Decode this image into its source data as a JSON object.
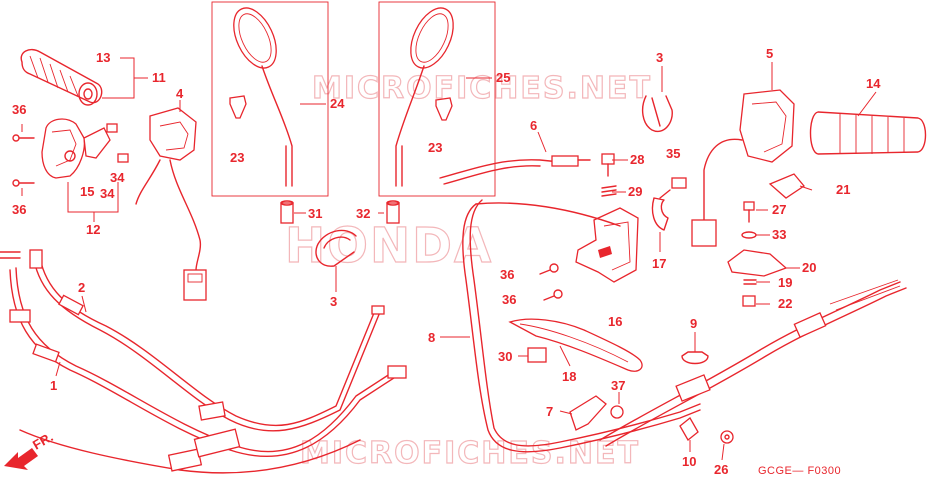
{
  "watermarks": {
    "top": "MICROFICHES.NET",
    "middle": "HONDA",
    "bottom": "MICROFICHES.NET"
  },
  "drawing_code": "GCGE— F0300",
  "front_label": "FR.",
  "callouts": [
    {
      "id": "c13",
      "text": "13"
    },
    {
      "id": "c11",
      "text": "11"
    },
    {
      "id": "c4",
      "text": "4"
    },
    {
      "id": "c36a",
      "text": "36"
    },
    {
      "id": "c36b",
      "text": "36"
    },
    {
      "id": "c15",
      "text": "15"
    },
    {
      "id": "c34a",
      "text": "34"
    },
    {
      "id": "c34b",
      "text": "34"
    },
    {
      "id": "c12",
      "text": "12"
    },
    {
      "id": "c23a",
      "text": "23"
    },
    {
      "id": "c24",
      "text": "24"
    },
    {
      "id": "c31",
      "text": "31"
    },
    {
      "id": "c23b",
      "text": "23"
    },
    {
      "id": "c25",
      "text": "25"
    },
    {
      "id": "c32",
      "text": "32"
    },
    {
      "id": "c3a",
      "text": "3"
    },
    {
      "id": "c3b",
      "text": "3"
    },
    {
      "id": "c6",
      "text": "6"
    },
    {
      "id": "c5",
      "text": "5"
    },
    {
      "id": "c14",
      "text": "14"
    },
    {
      "id": "c28",
      "text": "28"
    },
    {
      "id": "c29",
      "text": "29"
    },
    {
      "id": "c35",
      "text": "35"
    },
    {
      "id": "c21",
      "text": "21"
    },
    {
      "id": "c27",
      "text": "27"
    },
    {
      "id": "c33",
      "text": "33"
    },
    {
      "id": "c17",
      "text": "17"
    },
    {
      "id": "c20",
      "text": "20"
    },
    {
      "id": "c19",
      "text": "19"
    },
    {
      "id": "c22",
      "text": "22"
    },
    {
      "id": "c36c",
      "text": "36"
    },
    {
      "id": "c36d",
      "text": "36"
    },
    {
      "id": "c16",
      "text": "16"
    },
    {
      "id": "c2",
      "text": "2"
    },
    {
      "id": "c1",
      "text": "1"
    },
    {
      "id": "c8",
      "text": "8"
    },
    {
      "id": "c9",
      "text": "9"
    },
    {
      "id": "c30",
      "text": "30"
    },
    {
      "id": "c18",
      "text": "18"
    },
    {
      "id": "c37",
      "text": "37"
    },
    {
      "id": "c7",
      "text": "7"
    },
    {
      "id": "c10",
      "text": "10"
    },
    {
      "id": "c26",
      "text": "26"
    }
  ]
}
